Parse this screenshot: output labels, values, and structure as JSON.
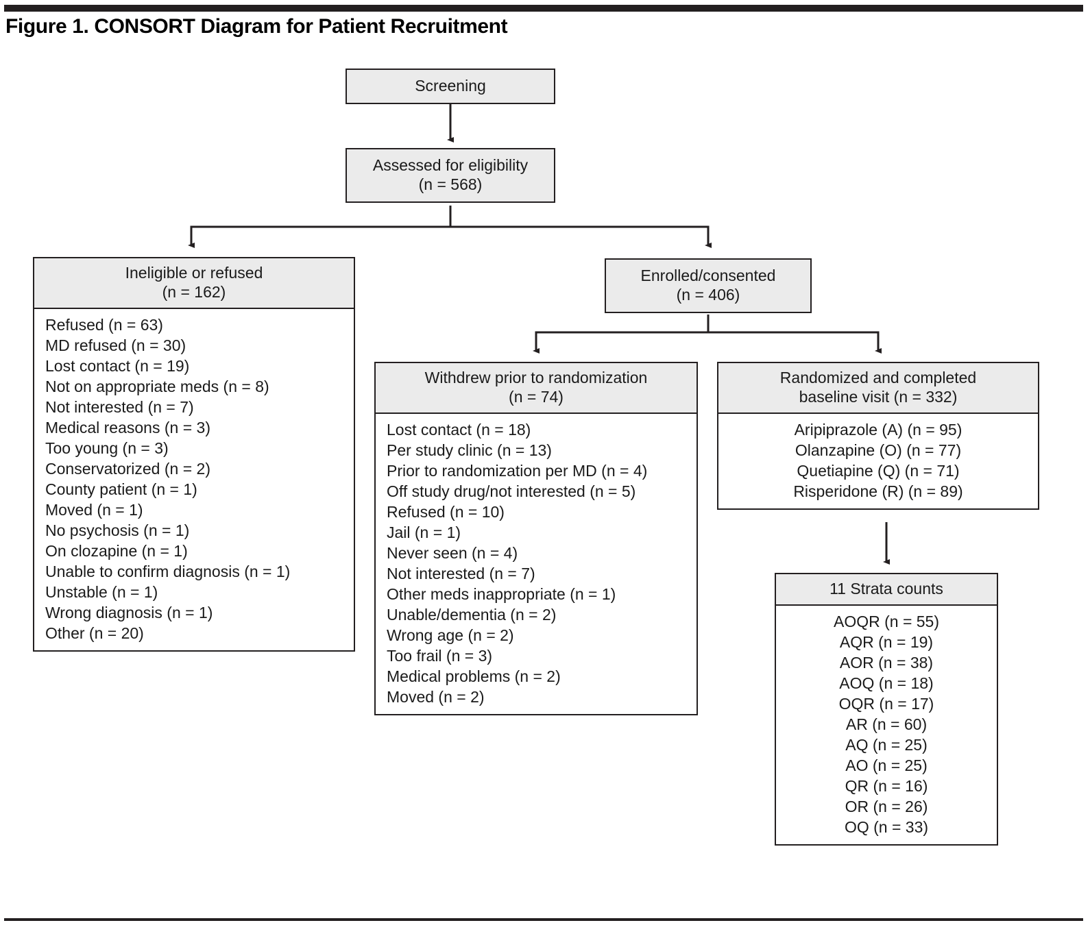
{
  "figure": {
    "title": "Figure 1. CONSORT Diagram for Patient Recruitment"
  },
  "colors": {
    "box_header_fill": "#ebebeb",
    "box_body_fill": "#ffffff",
    "line": "#231f20",
    "text": "#1a1a1a"
  },
  "chart_data": {
    "type": "diagram",
    "title": "Figure 1. CONSORT Diagram for Patient Recruitment",
    "nodes": [
      {
        "id": "screening",
        "label": "Screening",
        "n": null
      },
      {
        "id": "assessed",
        "label": "Assessed for eligibility",
        "n": 568
      },
      {
        "id": "ineligible",
        "label": "Ineligible or refused",
        "n": 162
      },
      {
        "id": "enrolled",
        "label": "Enrolled/consented",
        "n": 406
      },
      {
        "id": "withdrew",
        "label": "Withdrew prior to randomization",
        "n": 74
      },
      {
        "id": "randomized",
        "label": "Randomized and completed baseline visit",
        "n": 332
      },
      {
        "id": "strata",
        "label": "11 Strata counts",
        "n": null
      }
    ],
    "edges": [
      {
        "from": "screening",
        "to": "assessed"
      },
      {
        "from": "assessed",
        "to": "ineligible"
      },
      {
        "from": "assessed",
        "to": "enrolled"
      },
      {
        "from": "enrolled",
        "to": "withdrew"
      },
      {
        "from": "enrolled",
        "to": "randomized"
      },
      {
        "from": "randomized",
        "to": "strata"
      }
    ]
  },
  "boxes": {
    "screening": {
      "header_line1": "Screening"
    },
    "assessed": {
      "header_line1": "Assessed for eligibility",
      "header_line2": "(n = 568)"
    },
    "ineligible": {
      "header_line1": "Ineligible or refused",
      "header_line2": "(n = 162)",
      "items": [
        "Refused (n = 63)",
        "MD refused (n = 30)",
        "Lost contact (n = 19)",
        "Not on appropriate meds (n = 8)",
        "Not interested (n = 7)",
        "Medical reasons (n = 3)",
        "Too young (n = 3)",
        "Conservatorized (n = 2)",
        "County patient (n = 1)",
        "Moved (n = 1)",
        "No psychosis (n = 1)",
        "On clozapine (n = 1)",
        "Unable to confirm diagnosis (n = 1)",
        "Unstable (n = 1)",
        "Wrong diagnosis (n = 1)",
        "Other (n = 20)"
      ]
    },
    "enrolled": {
      "header_line1": "Enrolled/consented",
      "header_line2": "(n = 406)"
    },
    "withdrew": {
      "header_line1": "Withdrew prior to randomization",
      "header_line2": "(n = 74)",
      "items": [
        "Lost contact (n = 18)",
        "Per study clinic (n = 13)",
        "Prior to randomization per MD (n = 4)",
        "Off study drug/not interested (n = 5)",
        "Refused (n = 10)",
        "Jail (n = 1)",
        "Never seen (n = 4)",
        "Not interested (n = 7)",
        "Other meds inappropriate (n = 1)",
        "Unable/dementia (n = 2)",
        "Wrong age (n = 2)",
        "Too frail (n = 3)",
        "Medical problems (n = 2)",
        "Moved (n = 2)"
      ]
    },
    "randomized": {
      "header_line1": "Randomized and completed",
      "header_line2": "baseline visit (n = 332)",
      "items": [
        "Aripiprazole (A) (n = 95)",
        "Olanzapine (O) (n = 77)",
        "Quetiapine (Q) (n = 71)",
        "Risperidone (R) (n = 89)"
      ]
    },
    "strata": {
      "header_line1": "11 Strata counts",
      "items": [
        "AOQR (n = 55)",
        "AQR (n = 19)",
        "AOR (n = 38)",
        "AOQ (n = 18)",
        "OQR (n = 17)",
        "AR (n = 60)",
        "AQ (n = 25)",
        "AO (n = 25)",
        "QR (n = 16)",
        "OR (n = 26)",
        "OQ (n = 33)"
      ]
    }
  }
}
